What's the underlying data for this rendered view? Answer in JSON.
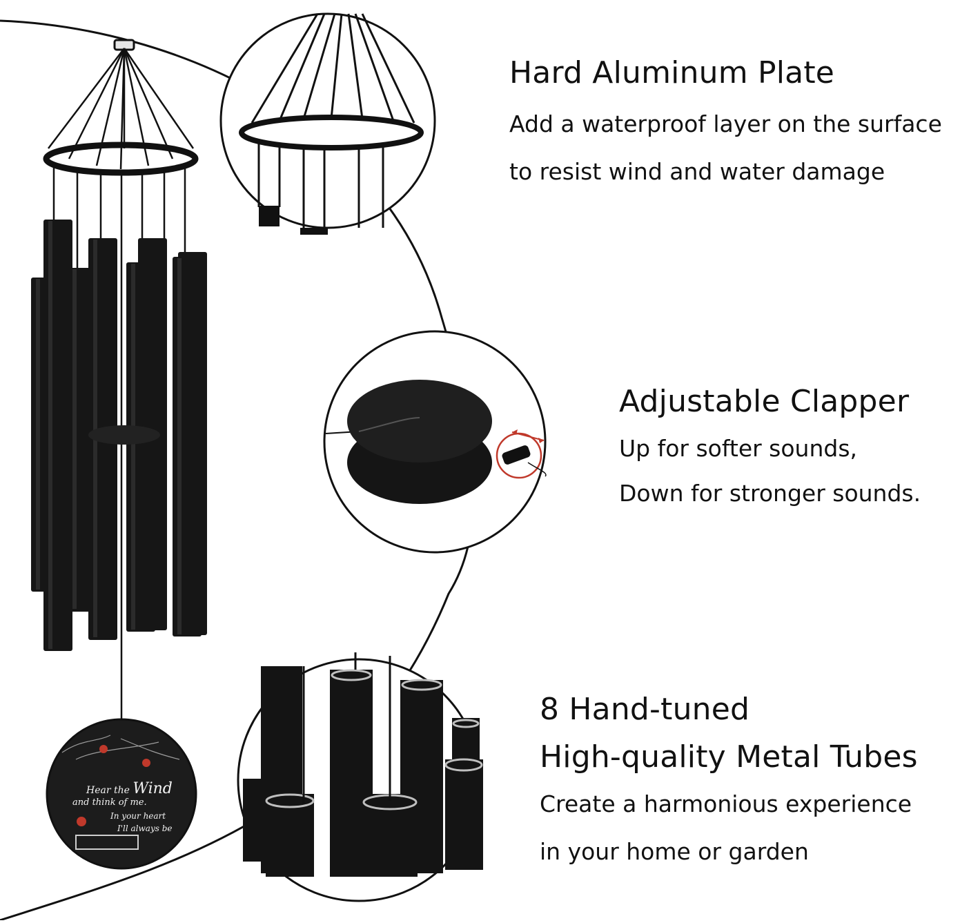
{
  "features": [
    {
      "title": "Hard Aluminum Plate",
      "lines": [
        "Add a waterproof layer on the surface",
        "to resist wind and water damage"
      ]
    },
    {
      "title": "Adjustable Clapper",
      "lines": [
        "Up for softer sounds,",
        "Down for stronger sounds."
      ]
    },
    {
      "title_lines": [
        "8 Hand-tuned",
        "High-quality Metal Tubes"
      ],
      "lines": [
        "Create a harmonious experience",
        "in your home or garden"
      ]
    }
  ],
  "plaque": {
    "line1": "Hear the",
    "line1_emph": "Wind",
    "line2": "and think of me.",
    "line3": "In your heart",
    "line4": "I'll always be"
  },
  "colors": {
    "tube": "#111111",
    "accent_red": "#c0392b",
    "background": "#ffffff"
  }
}
